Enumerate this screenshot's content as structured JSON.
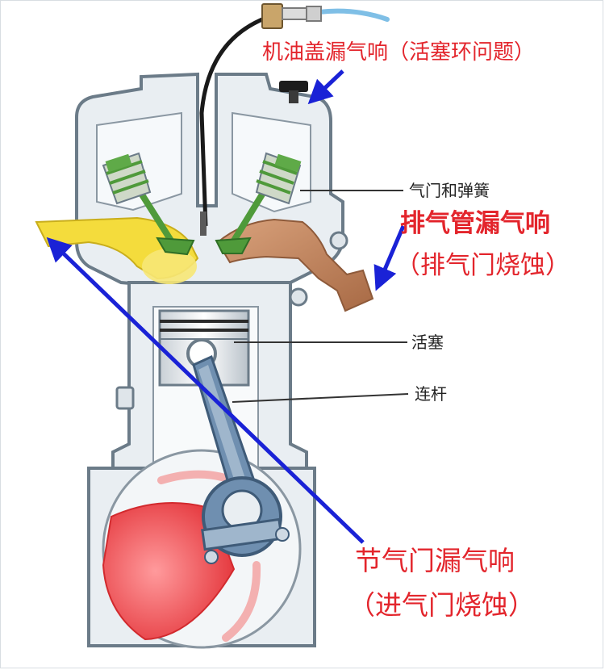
{
  "labels": {
    "oil_cap": "机油盖漏气响（活塞环问题）",
    "exhaust_line1": "排气管漏气响",
    "exhaust_line2": "（排气门烧蚀）",
    "throttle_line1": "节气门漏气响",
    "throttle_line2": "（进气门烧蚀）",
    "valve_spring": "气门和弹簧",
    "piston": "活塞",
    "connecting_rod": "连杆"
  },
  "colors": {
    "label_red": "#e3252c",
    "arrow_blue": "#1a22d6",
    "intake_yellow": "#f4dc3c",
    "exhaust_brown": "#b97a55",
    "crank_red": "#e8383c",
    "rod_blue": "#6f8fb0",
    "valve_green": "#4f9a3a",
    "engine_grey": "#e9eef2",
    "outline_grey": "#6b7b88"
  },
  "icons": [
    "oil-cap-icon",
    "hose-icon",
    "spark-tester-icon"
  ]
}
